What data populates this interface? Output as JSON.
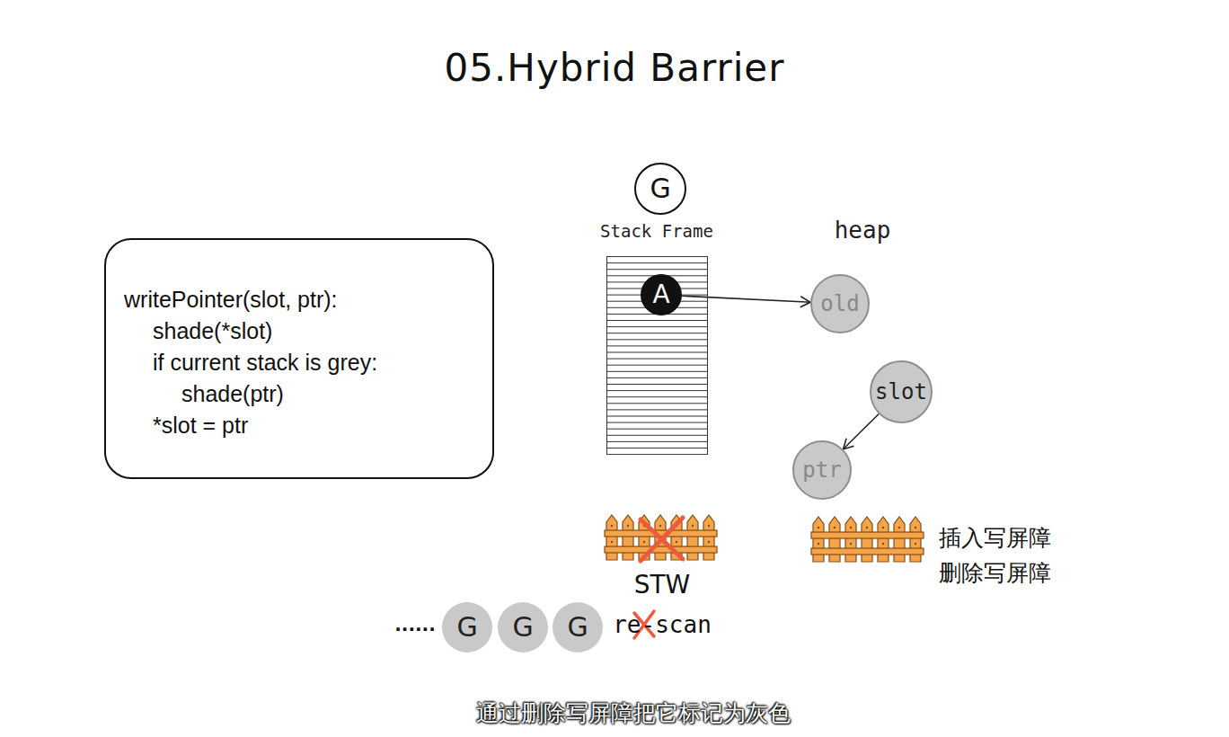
{
  "diagram": {
    "title": "05.Hybrid Barrier",
    "caption": "通过删除写屏障把它标记为灰色",
    "nodes": [
      {
        "text": [
          "writePointer(slot, ptr):",
          "shade(*slot)",
          "if current stack is grey:",
          "shade(ptr)",
          "*slot = ptr"
        ]
      },
      {
        "text": [
          "G"
        ]
      },
      {
        "text": [
          "Stack Frame"
        ]
      },
      {
        "text": [
          "A"
        ],
        "in": 2
      },
      {
        "text": [
          "old"
        ]
      },
      {
        "text": [
          "slot"
        ]
      },
      {
        "text": [
          "ptr"
        ]
      },
      {
        "text": [
          "G"
        ]
      },
      {
        "text": [
          "G"
        ]
      },
      {
        "text": [
          "G"
        ]
      }
    ],
    "edges": [
      {
        "from": 3,
        "to": 4,
        "arrow": "to"
      },
      {
        "from": 5,
        "to": 6,
        "arrow": "to"
      }
    ],
    "labels": [
      "heap",
      "STW",
      "re-scan",
      "插入写屏障",
      "删除写屏障",
      "......"
    ]
  }
}
